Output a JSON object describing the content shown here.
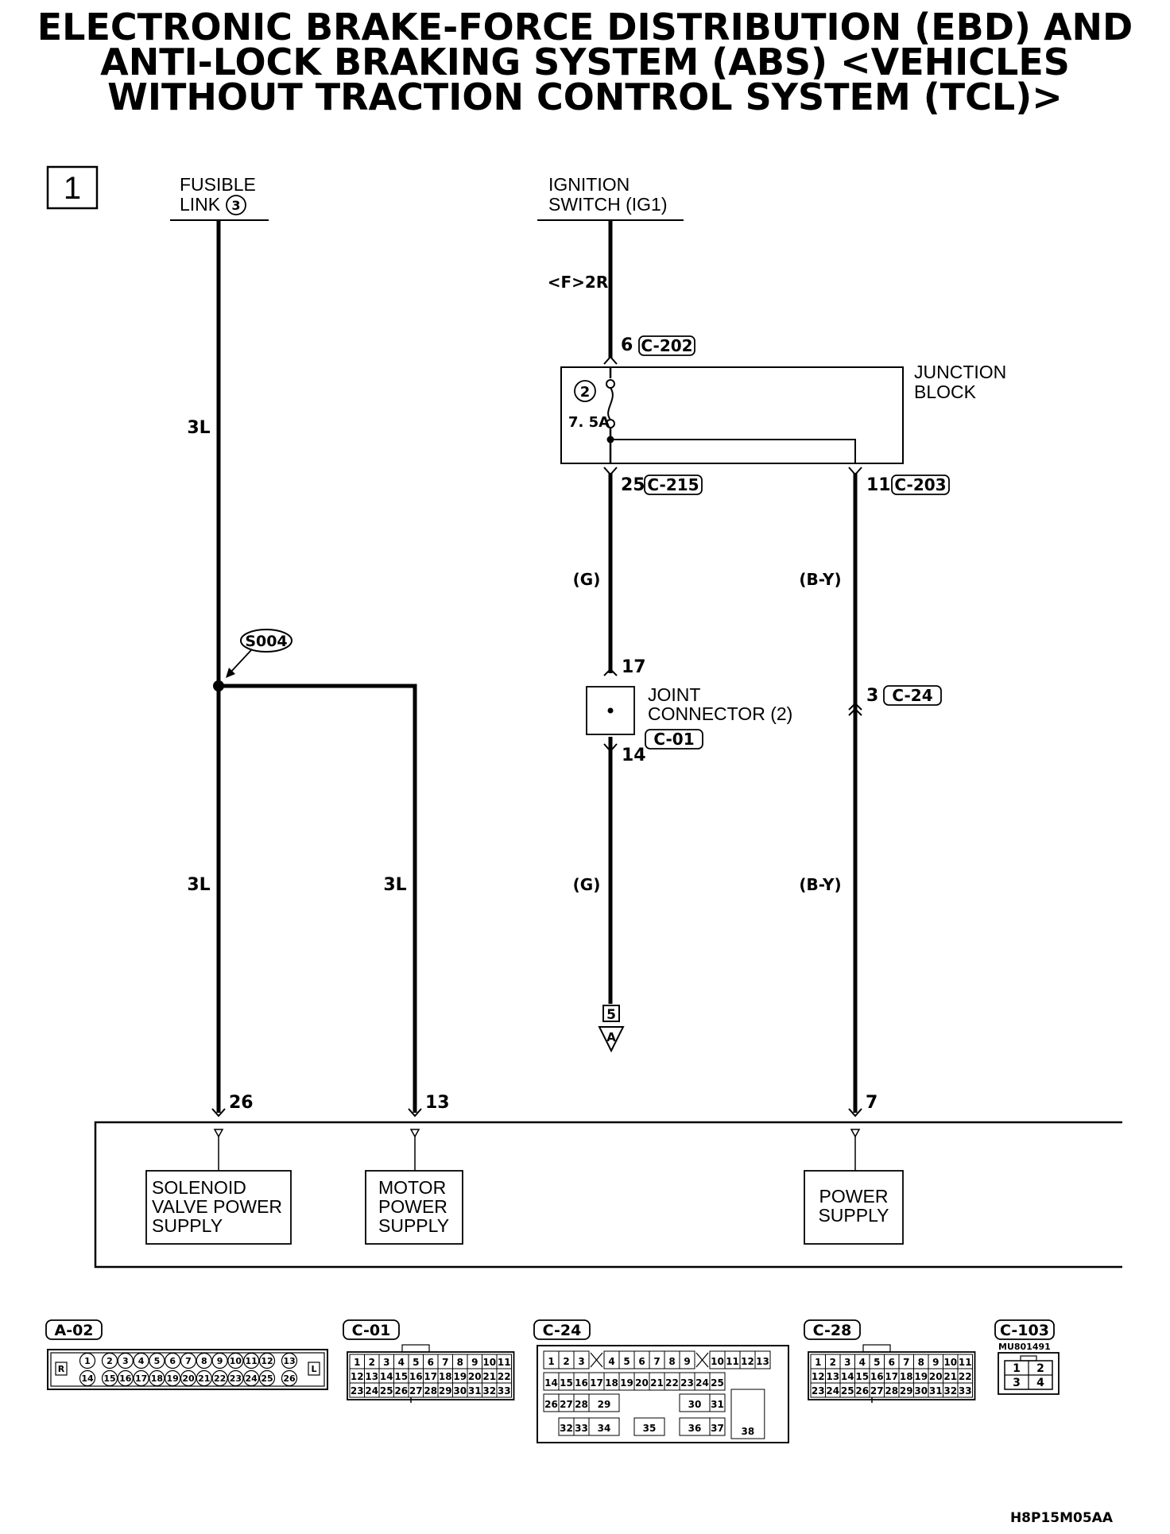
{
  "title_lines": [
    "ELECTRONIC BRAKE-FORCE DISTRIBUTION (EBD) AND",
    "ANTI-LOCK BRAKING SYSTEM (ABS) <VEHICLES",
    "WITHOUT TRACTION CONTROL SYSTEM (TCL)>"
  ],
  "page_number": "1",
  "fusible_link": {
    "line1": "FUSIBLE",
    "line2": "LINK",
    "number": "3"
  },
  "ignition_switch": {
    "line1": "IGNITION",
    "line2": "SWITCH (IG1)"
  },
  "harness_note": "<F>2R",
  "junction_block": {
    "line1": "JUNCTION",
    "line2": "BLOCK",
    "fuse_number": "2",
    "fuse_rating": "7. 5A",
    "in_pin": "6",
    "in_connector": "C-202",
    "out1_pin": "25",
    "out1_connector": "C-215",
    "out2_pin": "11",
    "out2_connector": "C-203"
  },
  "splice": "S004",
  "wires": {
    "left_upper": "3L",
    "left_lower": "3L",
    "mid_lower": "3L",
    "g_upper": "(G)",
    "g_lower": "(G)",
    "by_upper": "(B-Y)",
    "by_lower": "(B-Y)"
  },
  "joint_connector": {
    "line1": "JOINT",
    "line2": "CONNECTOR (2)",
    "connector": "C-01",
    "pin_in": "17",
    "pin_out": "14"
  },
  "c24_junction": {
    "pin": "3",
    "connector": "C-24"
  },
  "goto_ref": {
    "page": "5",
    "letter": "A"
  },
  "ecu_pins": [
    "26",
    "13",
    "7"
  ],
  "ecu_blocks": [
    {
      "name": "solenoid",
      "lines": [
        "SOLENOID",
        "VALVE POWER",
        "SUPPLY"
      ]
    },
    {
      "name": "motor",
      "lines": [
        "MOTOR",
        "POWER",
        "SUPPLY"
      ]
    },
    {
      "name": "power",
      "lines": [
        "POWER",
        "SUPPLY"
      ]
    }
  ],
  "connectors": {
    "a02": {
      "label": "A-02",
      "row1": [
        "1",
        "2",
        "3",
        "4",
        "5",
        "6",
        "7",
        "8",
        "9",
        "10",
        "11",
        "12",
        "13"
      ],
      "row2": [
        "14",
        "15",
        "16",
        "17",
        "18",
        "19",
        "20",
        "21",
        "22",
        "23",
        "24",
        "25",
        "26"
      ],
      "left_mark": "R",
      "right_mark": "L"
    },
    "c01": {
      "label": "C-01",
      "row1": [
        "1",
        "2",
        "3",
        "4",
        "5",
        "6",
        "7",
        "8",
        "9",
        "10",
        "11"
      ],
      "row2": [
        "12",
        "13",
        "14",
        "15",
        "16",
        "17",
        "18",
        "19",
        "20",
        "21",
        "22"
      ],
      "row3": [
        "23",
        "24",
        "25",
        "26",
        "27",
        "28",
        "29",
        "30",
        "31",
        "32",
        "33"
      ]
    },
    "c24": {
      "label": "C-24",
      "row1": [
        "1",
        "2",
        "3",
        "4",
        "5",
        "6",
        "7",
        "8",
        "9",
        "10",
        "11",
        "12",
        "13"
      ],
      "row2": [
        "14",
        "15",
        "16",
        "17",
        "18",
        "19",
        "20",
        "21",
        "22",
        "23",
        "24",
        "25"
      ],
      "row3": [
        "26",
        "27",
        "28",
        "29",
        "30",
        "31",
        "38"
      ],
      "row4": [
        "32",
        "33",
        "34",
        "35",
        "36",
        "37"
      ]
    },
    "c28": {
      "label": "C-28",
      "row1": [
        "1",
        "2",
        "3",
        "4",
        "5",
        "6",
        "7",
        "8",
        "9",
        "10",
        "11"
      ],
      "row2": [
        "12",
        "13",
        "14",
        "15",
        "16",
        "17",
        "18",
        "19",
        "20",
        "21",
        "22"
      ],
      "row3": [
        "23",
        "24",
        "25",
        "26",
        "27",
        "28",
        "29",
        "30",
        "31",
        "32",
        "33"
      ]
    },
    "c103": {
      "label": "C-103",
      "part": "MU801491",
      "pins": [
        "1",
        "2",
        "3",
        "4"
      ]
    }
  },
  "figure_code": "H8P15M05AA"
}
